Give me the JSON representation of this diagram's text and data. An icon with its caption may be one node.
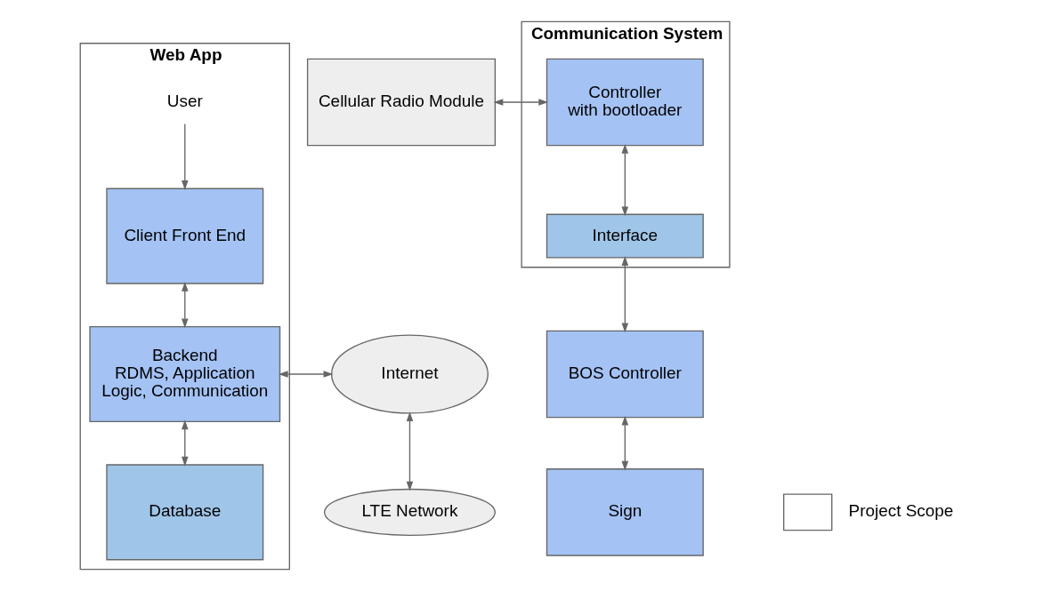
{
  "diagram": {
    "nodes": [
      {
        "text": [
          "Web App"
        ]
      },
      {
        "text": [
          "User"
        ],
        "in": 0
      },
      {
        "text": [
          "Client Front End"
        ],
        "in": 0
      },
      {
        "text": [
          "Backend",
          "RDMS, Application Logic, Communication"
        ],
        "in": 0
      },
      {
        "text": [
          "Database"
        ],
        "in": 0
      },
      {
        "text": [
          "Internet"
        ]
      },
      {
        "text": [
          "LTE Network"
        ]
      },
      {
        "text": [
          "Cellular Radio Module"
        ]
      },
      {
        "text": [
          "Communication System"
        ]
      },
      {
        "text": [
          "Controller",
          "with bootloader"
        ],
        "in": 8
      },
      {
        "text": [
          "Interface"
        ],
        "in": 8
      },
      {
        "text": [
          "BOS Controller"
        ]
      },
      {
        "text": [
          "Sign"
        ]
      }
    ],
    "edges": [
      {
        "from": 1,
        "to": 2,
        "arrow": "to"
      },
      {
        "from": 2,
        "to": 3,
        "arrow": "both"
      },
      {
        "from": 3,
        "to": 4,
        "arrow": "both"
      },
      {
        "from": 3,
        "to": 5,
        "arrow": "both"
      },
      {
        "from": 5,
        "to": 6,
        "arrow": "both"
      },
      {
        "from": 7,
        "to": 9,
        "arrow": "both"
      },
      {
        "from": 9,
        "to": 10,
        "arrow": "both"
      },
      {
        "from": 10,
        "to": 11,
        "arrow": "both"
      },
      {
        "from": 11,
        "to": 12,
        "arrow": "both"
      }
    ],
    "legend": [
      {
        "text": "Project Scope"
      }
    ]
  }
}
